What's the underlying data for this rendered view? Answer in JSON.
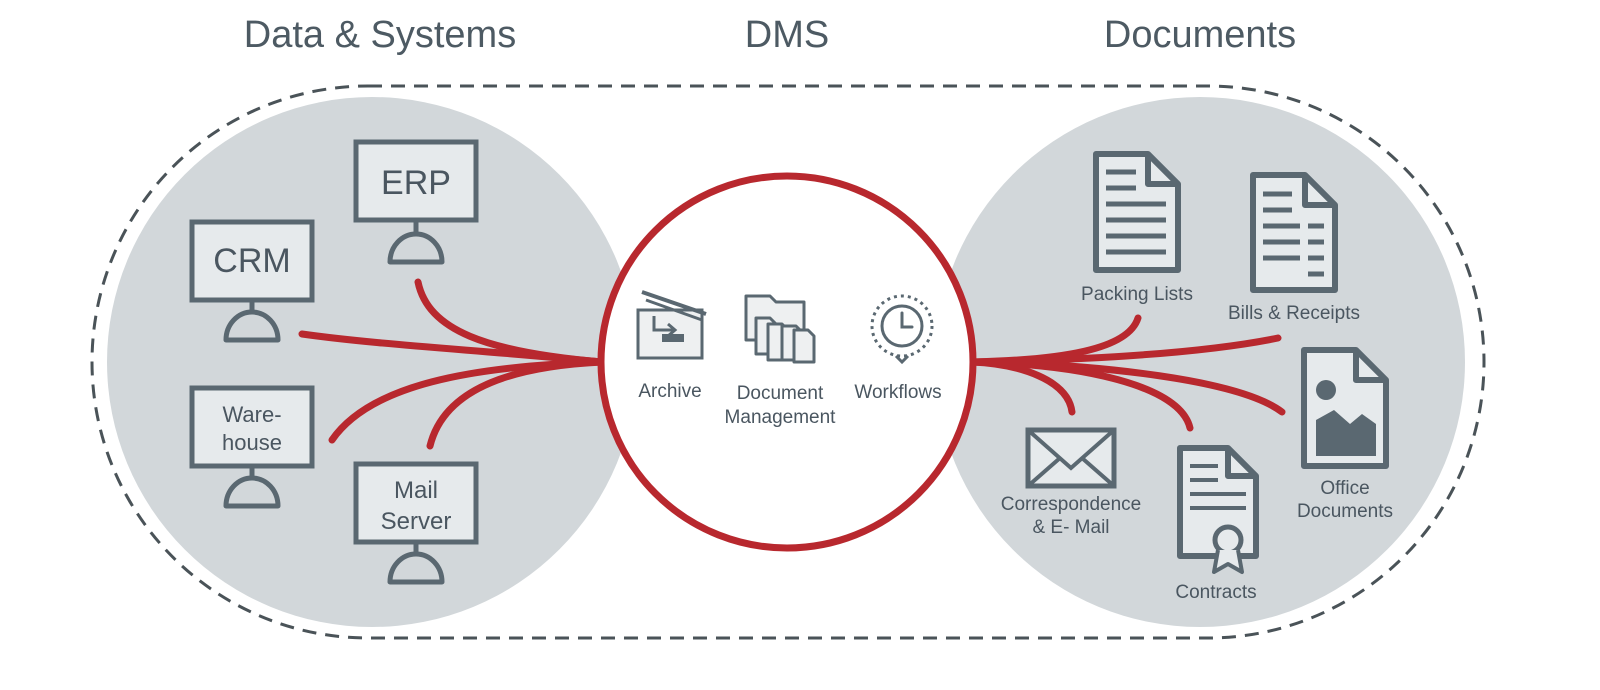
{
  "headings": {
    "left": "Data & Systems",
    "center": "DMS",
    "right": "Documents"
  },
  "systems": {
    "crm": "CRM",
    "erp": "ERP",
    "warehouse_line1": "Ware-",
    "warehouse_line2": "house",
    "mail_line1": "Mail",
    "mail_line2": "Server"
  },
  "dms": {
    "archive": "Archive",
    "document_management_line1": "Document",
    "document_management_line2": "Management",
    "workflows": "Workflows"
  },
  "documents": {
    "packing_lists": "Packing Lists",
    "bills_receipts": "Bills & Receipts",
    "office_documents_line1": "Office",
    "office_documents_line2": "Documents",
    "correspondence_line1": "Correspondence",
    "correspondence_line2": "& E- Mail",
    "contracts": "Contracts"
  },
  "colors": {
    "accent_red": "#b8282e",
    "circle_gray": "#d2d7da",
    "icon_slate": "#5a6871",
    "text_slate": "#4a5660",
    "dashed_outline": "#4a5358"
  }
}
